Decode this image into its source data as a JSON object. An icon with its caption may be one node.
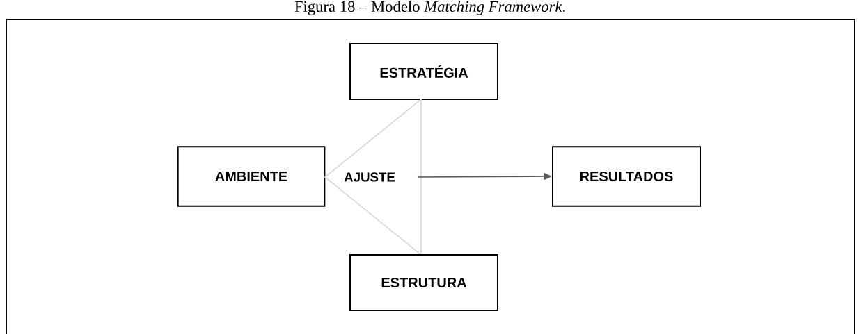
{
  "diagram": {
    "title": "Figura 18 – Modelo *Matching Framework*.",
    "nodes": [
      {
        "text": [
          "ESTRATÉGIA"
        ]
      },
      {
        "text": [
          "AMBIENTE"
        ]
      },
      {
        "text": [
          "AJUSTE"
        ]
      },
      {
        "text": [
          "RESULTADOS"
        ]
      },
      {
        "text": [
          "ESTRUTURA"
        ]
      }
    ],
    "edges": [
      {
        "from": 2,
        "to": 3,
        "arrow": "to"
      }
    ]
  }
}
